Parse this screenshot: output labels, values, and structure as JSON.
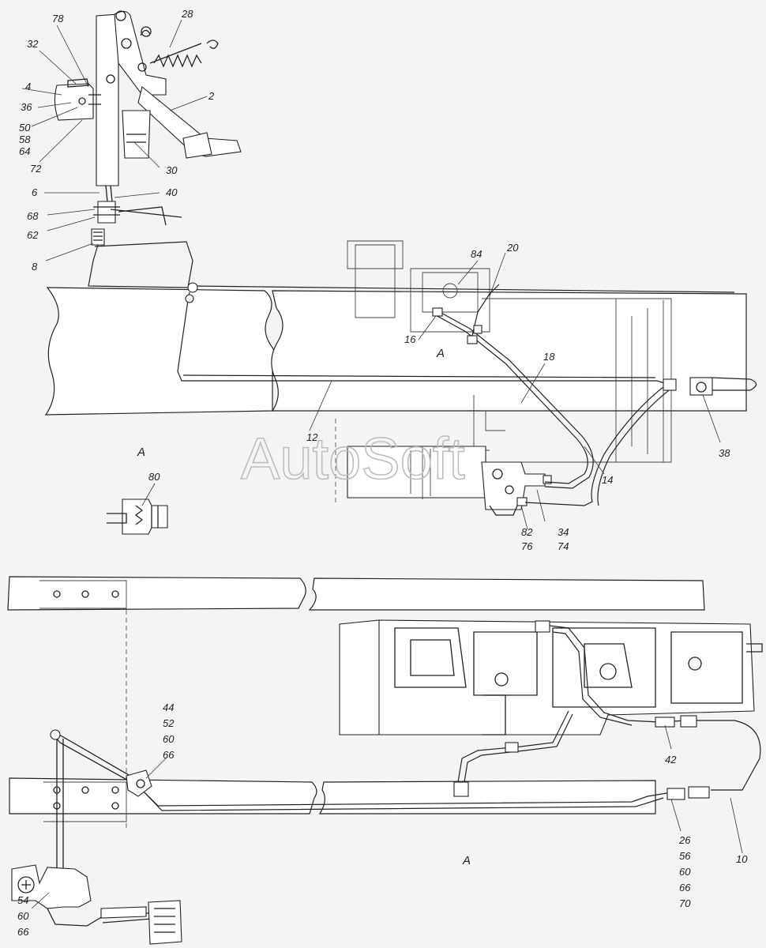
{
  "watermark": "AutoSoft",
  "section_marks": {
    "view_a_title": "A",
    "marker_a_upper": "A",
    "marker_a_lower": "A"
  },
  "callouts": {
    "c78": "78",
    "c32": "32",
    "c4": "4",
    "c36": "36",
    "c50": "50",
    "c58": "58",
    "c64": "64",
    "c72": "72",
    "c28": "28",
    "c2": "2",
    "c30": "30",
    "c6": "6",
    "c40": "40",
    "c68": "68",
    "c62": "62",
    "c8": "8",
    "c84": "84",
    "c20": "20",
    "c16": "16",
    "c18": "18",
    "c12": "12",
    "c38": "38",
    "c14": "14",
    "c34": "34",
    "c74": "74",
    "c82": "82",
    "c76": "76",
    "c80": "80",
    "c44": "44",
    "c52": "52",
    "c60a": "60",
    "c66a": "66",
    "c42": "42",
    "c10": "10",
    "c26": "26",
    "c56": "56",
    "c60b": "60",
    "c66b": "66",
    "c70": "70",
    "c54": "54",
    "c60c": "60",
    "c66c": "66"
  }
}
